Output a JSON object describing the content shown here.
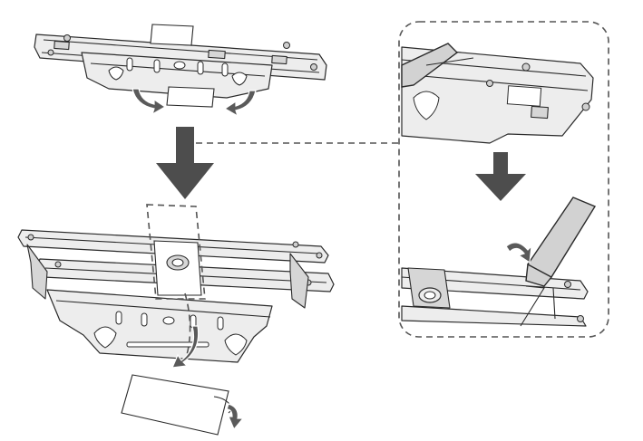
{
  "figure": {
    "steps": [
      {
        "name": "remove-protective-film-from-bracket"
      },
      {
        "name": "peel-off-backing-film"
      },
      {
        "name": "detail-snap-off-tabs-with-screwdriver"
      }
    ],
    "icons": {
      "down_arrow": "down-arrow-icon",
      "curved_arrow": "curved-arrow-icon",
      "screwdriver": "screwdriver-icon"
    },
    "colors": {
      "line": "#2a2a2a",
      "metal": "#ededed",
      "arrow": "#4d4d4d",
      "callout_border": "#555555"
    }
  }
}
